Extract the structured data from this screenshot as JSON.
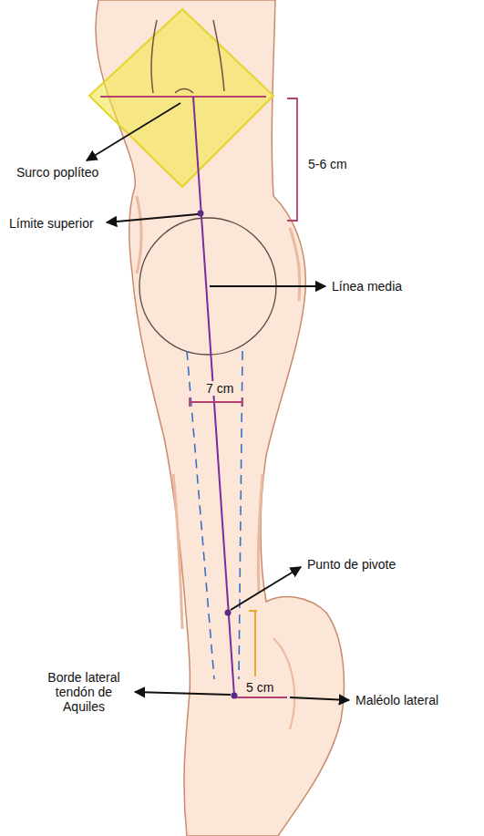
{
  "diagram": {
    "labels": [
      "Surco poplíteo",
      "5-6 cm",
      "Límite superior",
      "Línea media",
      "7 cm",
      "Punto de pivote",
      "Borde lateral tendón de Aquiles",
      "5 cm",
      "Maléolo lateral"
    ]
  }
}
